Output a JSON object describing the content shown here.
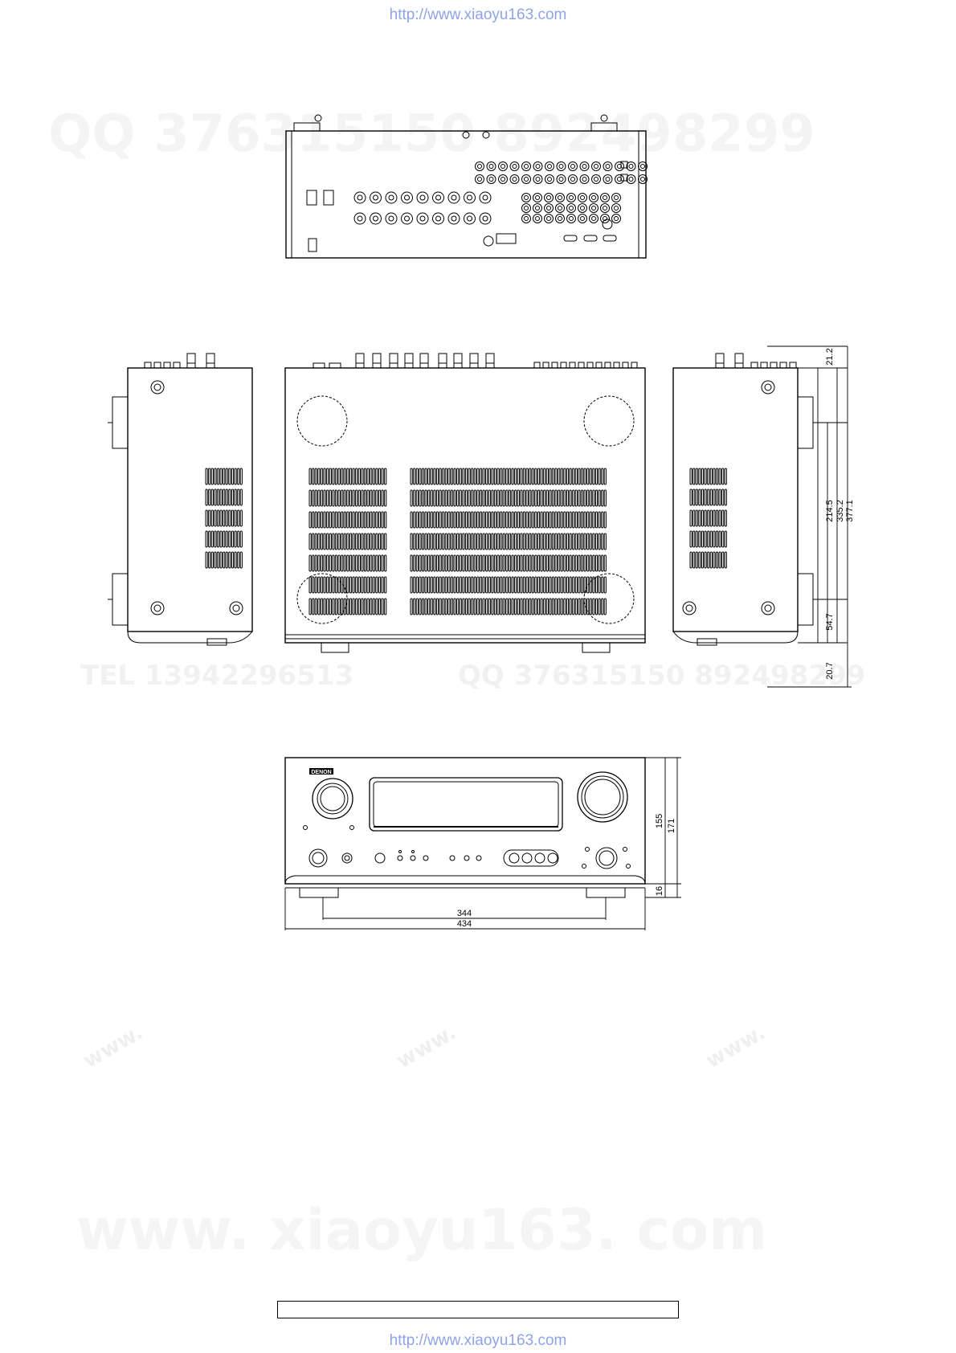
{
  "header": {
    "url": "http://www.xiaoyu163.com"
  },
  "footer": {
    "url": "http://www.xiaoyu163.com"
  },
  "watermarks": {
    "qq_top": "QQ 376315150   892498299",
    "tel_mid": "TEL 13942296513",
    "qq_mid": "QQ 376315150  892498299",
    "site_big": "www. xiaoyu163. com",
    "diag_a": "www.",
    "diag_b": "www.",
    "diag_c": "www."
  },
  "front_panel": {
    "brand": "DENON"
  },
  "dimensions": {
    "top_offset": "21.2",
    "foot_spacing_depth": "214.5",
    "body_depth": "335.2",
    "total_depth": "377.1",
    "rear_foot_offset": "54.7",
    "front_overhang": "20.7",
    "body_height": "155",
    "total_height": "171",
    "foot_height": "16",
    "foot_spacing_width": "344",
    "total_width": "434"
  }
}
